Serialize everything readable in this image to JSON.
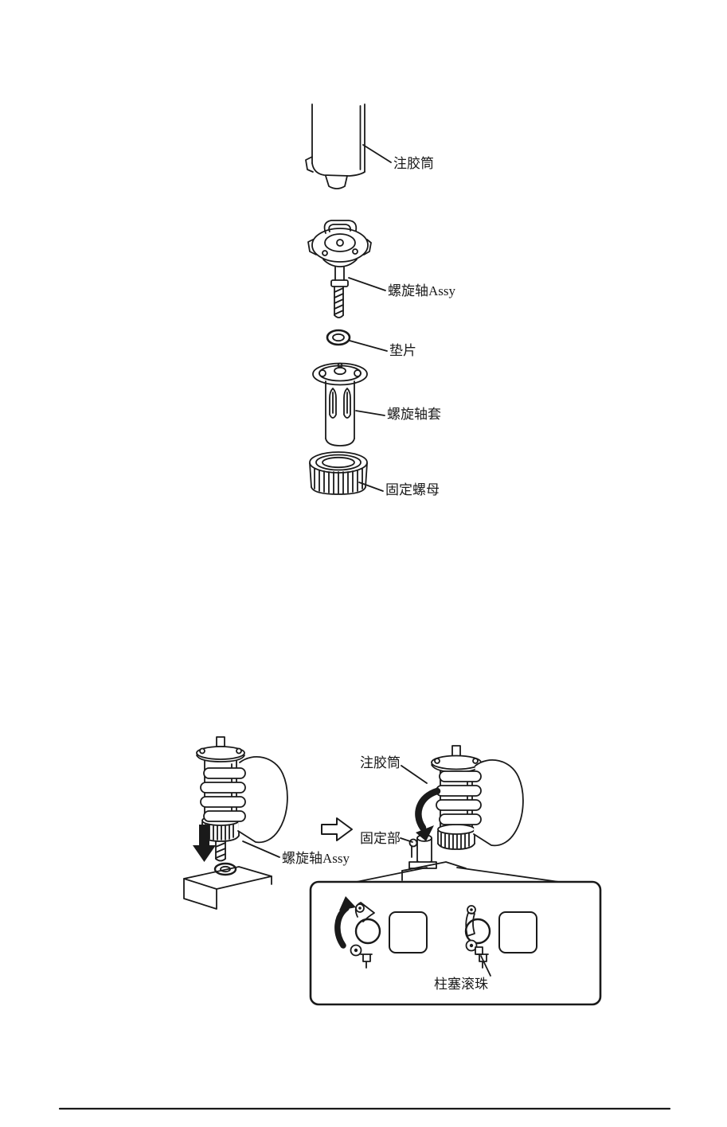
{
  "page": {
    "background": "#ffffff",
    "ink": "#1a1a1a"
  },
  "exploded_view": {
    "labels": {
      "cylinder": "注胶筒",
      "spiral_shaft_assy": "螺旋轴Assy",
      "washer": "垫片",
      "spiral_shaft_sleeve": "螺旋轴套",
      "fixing_nut": "固定螺母"
    }
  },
  "assembly_figure": {
    "left": {
      "spiral_shaft_assy": "螺旋轴Assy"
    },
    "right": {
      "cylinder": "注胶筒",
      "fixing_part": "固定部"
    },
    "inset": {
      "plunger_ball": "柱塞滚珠"
    }
  }
}
